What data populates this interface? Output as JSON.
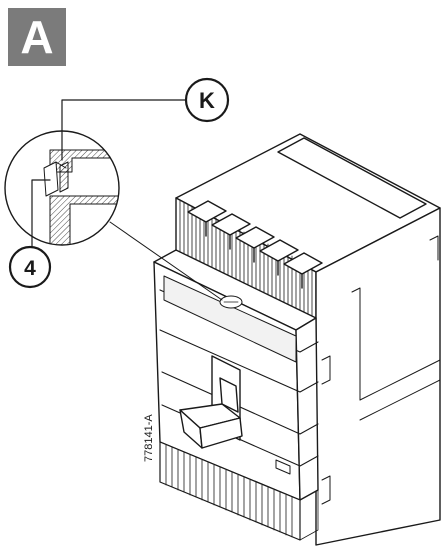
{
  "figure": {
    "badge_letter": "A",
    "callouts": {
      "k_label": "K",
      "four_label": "4"
    },
    "part_number": "778141-A",
    "colors": {
      "badge": "#7b7b7b",
      "line": "#1a1a1a",
      "shade": "#d9d9d9",
      "background": "#ffffff"
    }
  }
}
